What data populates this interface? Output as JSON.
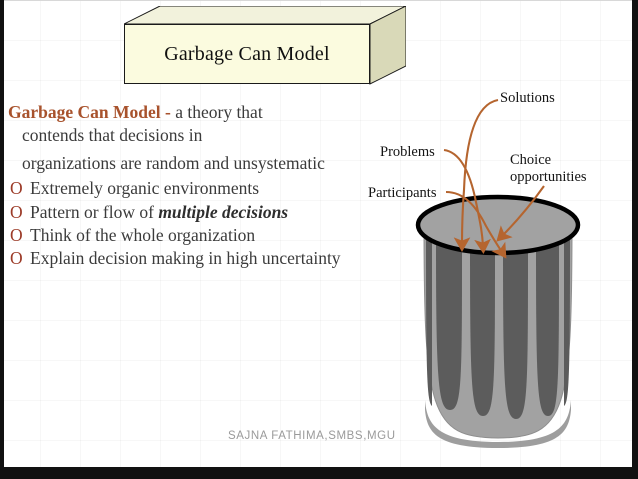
{
  "slide": {
    "title_box": {
      "text": "Garbage Can Model"
    },
    "lead": {
      "strong": "Garbage Can Model -",
      "rest": " a theory that",
      "line2": "contends that decisions in",
      "justified": "organizations are random and unsystematic"
    },
    "bullets": [
      {
        "marker": "O",
        "text": "Extremely organic environments",
        "emphasis": "",
        "tail": ""
      },
      {
        "marker": "O",
        "text": "Pattern or flow of ",
        "emphasis": "multiple decisions",
        "tail": ""
      },
      {
        "marker": "O",
        "text": "Think of the whole organization",
        "emphasis": "",
        "tail": ""
      },
      {
        "marker": "O",
        "text": "Explain decision making in high uncertainty",
        "emphasis": "",
        "tail": ""
      }
    ],
    "credit": "SAJNA FATHIMA,SMBS,MGU",
    "diagram": {
      "labels": {
        "solutions": "Solutions",
        "problems": "Problems",
        "participants": "Participants",
        "choice_line1": "Choice",
        "choice_line2": "opportunities"
      },
      "can_name": "garbage-can"
    },
    "colors": {
      "heading": "#a8522c",
      "bullet": "#9c3b28",
      "body_text": "#3b3b3b",
      "title_box_fill": "#fbfbdf",
      "title_box_side": "#d9d9b8",
      "arrow": "#b5652f",
      "can_body": "#a2a2a2",
      "can_ridge": "#5c5c5c",
      "can_rim_stroke": "#000000",
      "credit": "#9a9a9a",
      "frame": "#111111"
    }
  }
}
